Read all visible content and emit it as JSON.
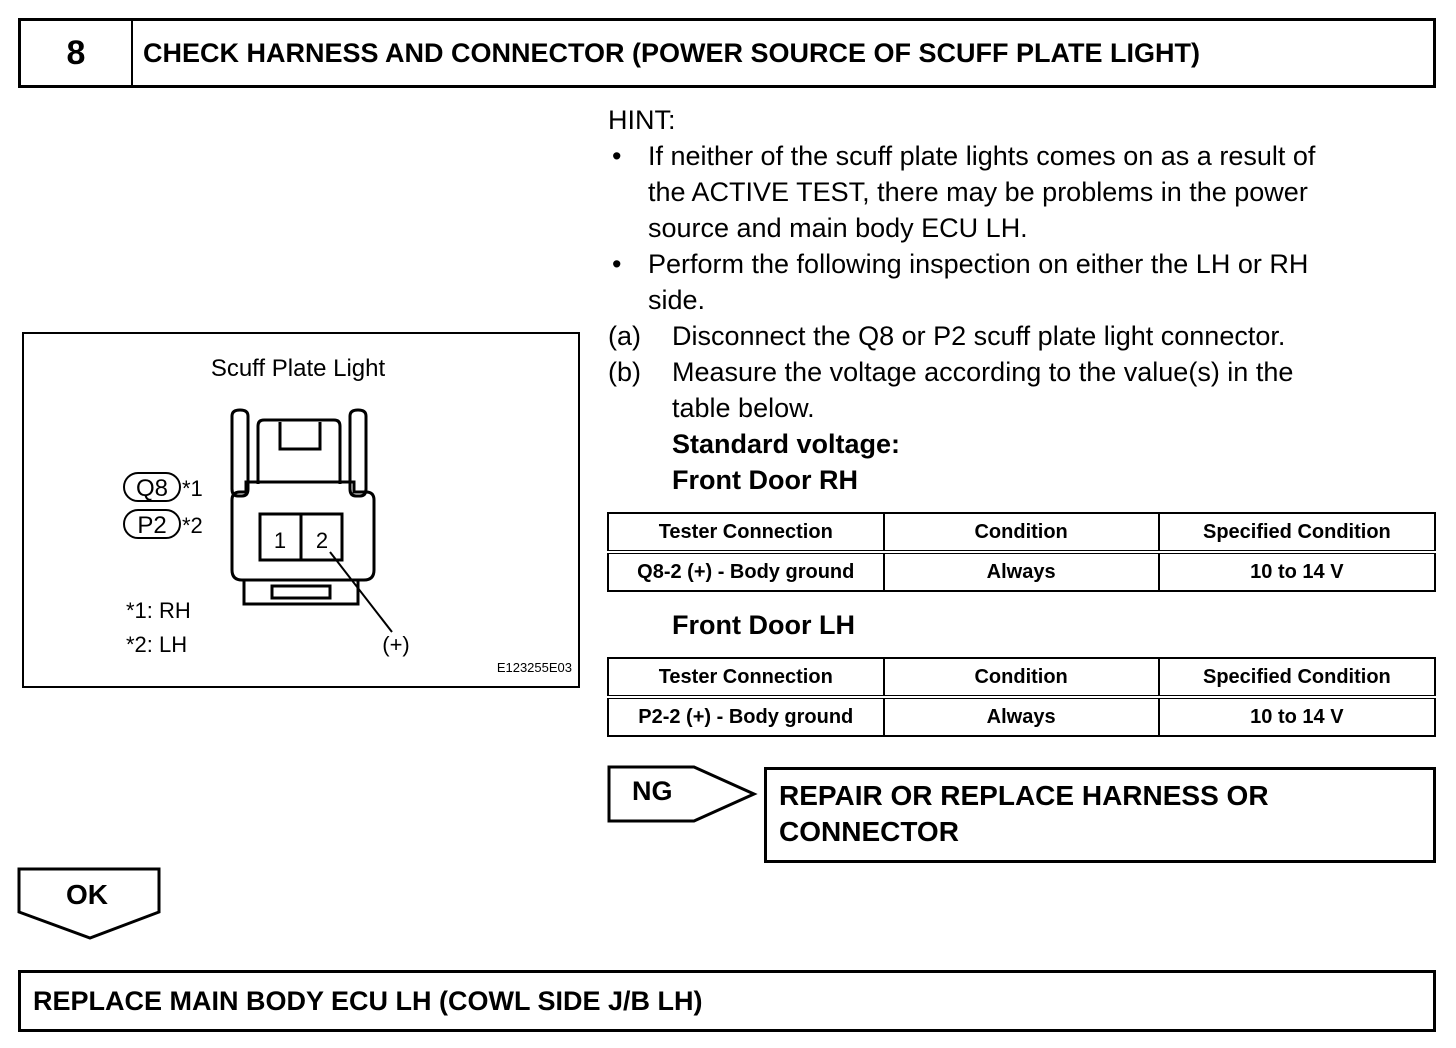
{
  "step": {
    "number": "8",
    "title": "CHECK HARNESS AND CONNECTOR (POWER SOURCE OF SCUFF PLATE LIGHT)"
  },
  "figure": {
    "title": "Scuff Plate Light",
    "connector_q8": "Q8",
    "connector_q8_note": "*1",
    "connector_p2": "P2",
    "connector_p2_note": "*2",
    "pin1": "1",
    "pin2": "2",
    "note1": "*1: RH",
    "note2": "*2: LH",
    "plus_label": "(+)",
    "figure_id": "E123255E03"
  },
  "hint": {
    "heading": "HINT:",
    "bullet1_line1": "If neither of the scuff plate lights comes on as a result of",
    "bullet1_line2": "the ACTIVE TEST, there may be problems in the power",
    "bullet1_line3": "source and main body ECU LH.",
    "bullet2_line1": "Perform the following inspection on either the LH or RH",
    "bullet2_line2": "side.",
    "bullet_symbol": "•",
    "step_a_label": "(a)",
    "step_a_text": "Disconnect the Q8 or P2 scuff plate light connector.",
    "step_b_label": "(b)",
    "step_b_line1": "Measure the voltage according to the value(s) in the",
    "step_b_line2": "table below.",
    "standard_voltage": "Standard voltage:"
  },
  "table_rh": {
    "caption": "Front Door RH",
    "headers": [
      "Tester Connection",
      "Condition",
      "Specified Condition"
    ],
    "row": [
      "Q8-2 (+) - Body ground",
      "Always",
      "10 to 14 V"
    ]
  },
  "table_lh": {
    "caption": "Front Door LH",
    "headers": [
      "Tester Connection",
      "Condition",
      "Specified Condition"
    ],
    "row": [
      "P2-2 (+) - Body ground",
      "Always",
      "10 to 14 V"
    ]
  },
  "ng": {
    "label": "NG",
    "result_line1": "REPAIR OR REPLACE HARNESS OR",
    "result_line2": "CONNECTOR"
  },
  "ok": {
    "label": "OK"
  },
  "final": {
    "text": "REPLACE MAIN BODY ECU LH (COWL SIDE J/B LH)"
  }
}
